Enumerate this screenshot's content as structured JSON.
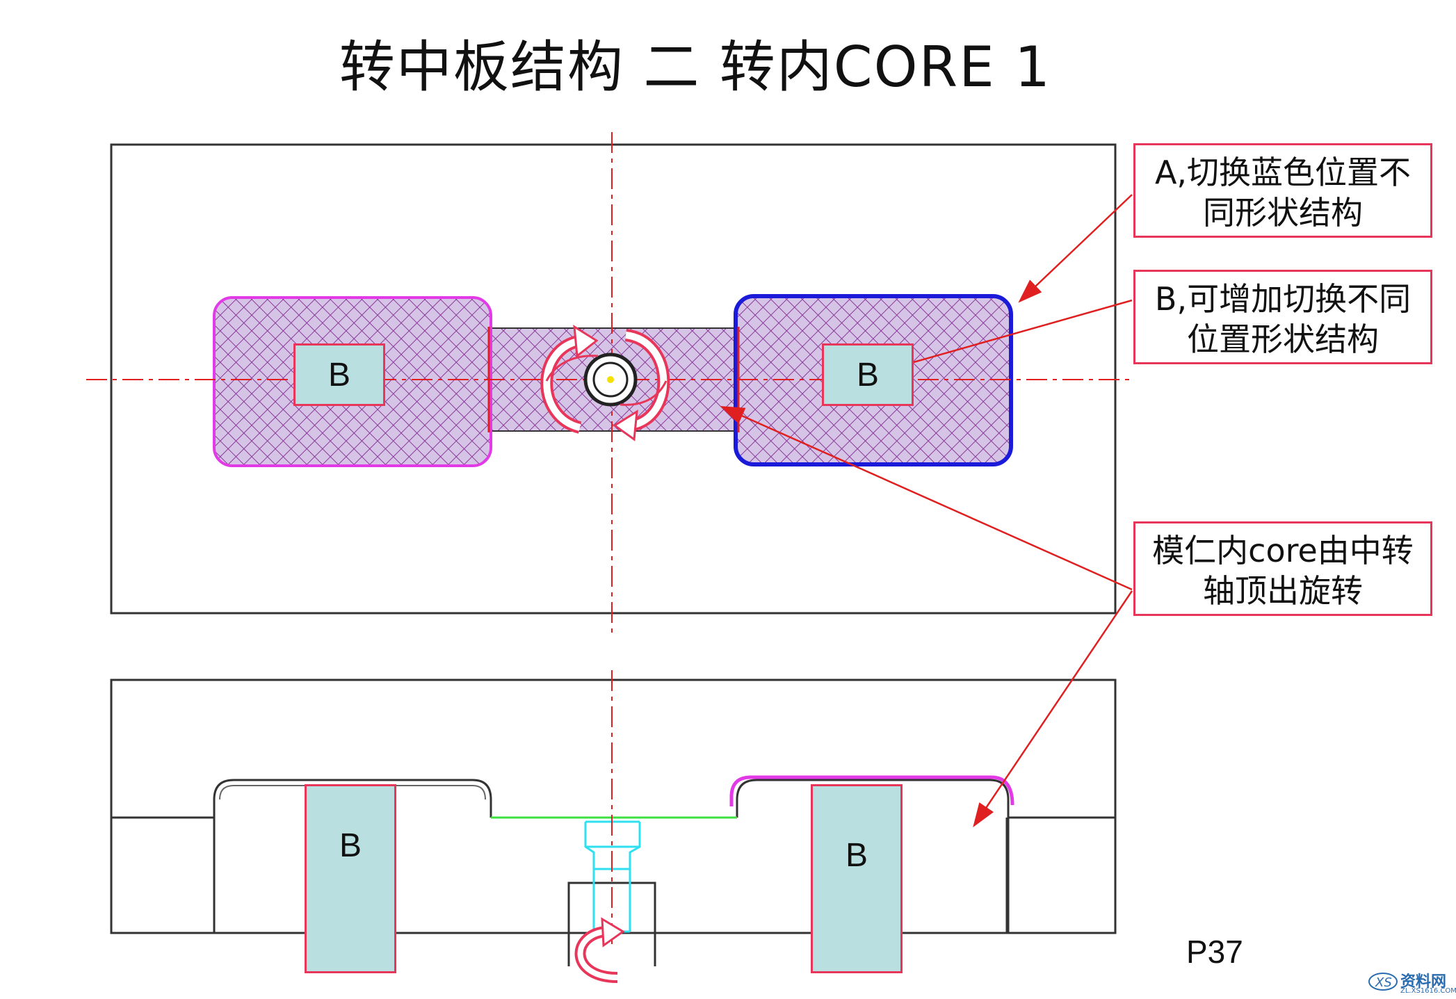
{
  "title": "转中板结构 二 转内CORE 1",
  "callouts": {
    "a": {
      "line1": "A,切换蓝色位置不",
      "line2": "同形状结构"
    },
    "b": {
      "line1": "B,可增加切换不同",
      "line2": "位置形状结构"
    },
    "c": {
      "line1": "模仁内core由中转",
      "line2": "轴顶出旋转"
    }
  },
  "block_labels": {
    "top_left": "B",
    "top_right": "B",
    "bottom_left": "B",
    "bottom_right": "B"
  },
  "page_number": "P37",
  "colors": {
    "outline": "#333333",
    "centerline": "#e02020",
    "hatch": "#8a3a9a",
    "hatch_fill": "#d6c4e6",
    "magenta_edge": "#e23ae6",
    "blue_edge": "#1a1ad8",
    "cyan_part": "#2fe0f0",
    "green_line": "#3ce040",
    "label_fill": "#b9dfe0",
    "label_border": "#e8365a",
    "arrow": "#e02020"
  },
  "icons": {
    "rotation": "rotate-arrows-icon",
    "watermark": "watermark-logo"
  },
  "watermark": {
    "text": "资料网",
    "sub": "ZL.XS1616.COM"
  }
}
